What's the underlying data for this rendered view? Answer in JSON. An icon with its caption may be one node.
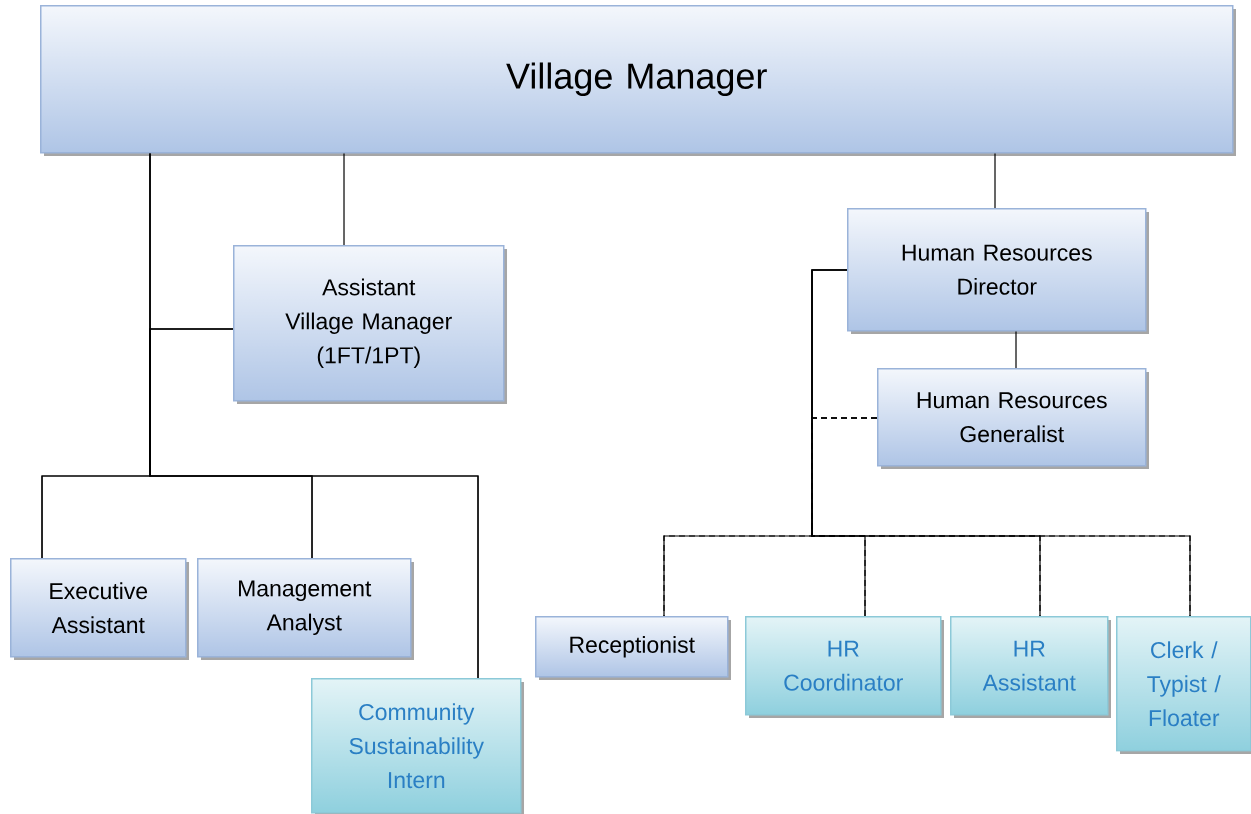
{
  "diagram": {
    "nodes": [
      {
        "text": [
          "Village Manager"
        ]
      },
      {
        "text": [
          "Assistant Village Manager (1FT/1PT)"
        ]
      },
      {
        "text": [
          "Human Resources Director"
        ]
      },
      {
        "text": [
          "Human Resources Generalist"
        ]
      },
      {
        "text": [
          "Executive Assistant"
        ]
      },
      {
        "text": [
          "Management Analyst"
        ]
      },
      {
        "text": [
          "Community Sustainability Intern"
        ]
      },
      {
        "text": [
          "Receptionist"
        ]
      },
      {
        "text": [
          "HR Coordinator"
        ]
      },
      {
        "text": [
          "HR Assistant"
        ]
      },
      {
        "text": [
          "Clerk / Typist / Floater"
        ]
      }
    ],
    "edges": [
      {
        "from": 0,
        "to": 1,
        "arrow": "none"
      },
      {
        "from": 0,
        "to": 4,
        "arrow": "none"
      },
      {
        "from": 0,
        "to": 5,
        "arrow": "none"
      },
      {
        "from": 0,
        "to": 6,
        "arrow": "none"
      },
      {
        "from": 1,
        "to": 4,
        "arrow": "none"
      },
      {
        "from": 1,
        "to": 5,
        "arrow": "none"
      },
      {
        "from": 1,
        "to": 6,
        "arrow": "none"
      },
      {
        "from": 0,
        "to": 2,
        "arrow": "none"
      },
      {
        "from": 2,
        "to": 3,
        "arrow": "none"
      },
      {
        "from": 2,
        "to": 7,
        "arrow": "none"
      },
      {
        "from": 2,
        "to": 8,
        "arrow": "none"
      },
      {
        "from": 2,
        "to": 9,
        "arrow": "none"
      },
      {
        "from": 2,
        "to": 10,
        "arrow": "none"
      },
      {
        "from": 3,
        "to": 7,
        "arrow": "none",
        "style": "dashed"
      },
      {
        "from": 3,
        "to": 8,
        "arrow": "none",
        "style": "dashed"
      },
      {
        "from": 3,
        "to": 9,
        "arrow": "none",
        "style": "dashed"
      },
      {
        "from": 3,
        "to": 10,
        "arrow": "none",
        "style": "dashed"
      }
    ]
  }
}
